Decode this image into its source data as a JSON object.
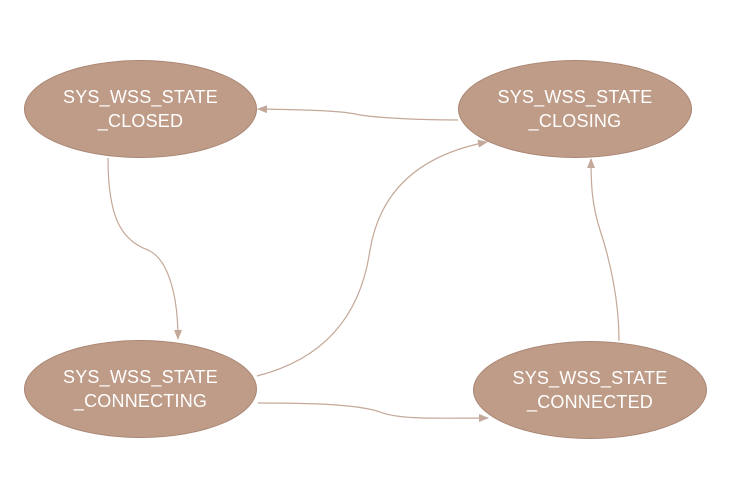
{
  "colors": {
    "node_fill": "#bf9c88",
    "node_text": "#ffffff",
    "edge": "#c4a899"
  },
  "states": [
    {
      "id": "closed",
      "line1": "SYS_WSS_STATE",
      "line2": "_CLOSED"
    },
    {
      "id": "closing",
      "line1": "SYS_WSS_STATE",
      "line2": "_CLOSING"
    },
    {
      "id": "connecting",
      "line1": "SYS_WSS_STATE",
      "line2": "_CONNECTING"
    },
    {
      "id": "connected",
      "line1": "SYS_WSS_STATE",
      "line2": "_CONNECTED"
    }
  ],
  "transitions": [
    {
      "from": "closing",
      "to": "closed"
    },
    {
      "from": "closed",
      "to": "connecting"
    },
    {
      "from": "connecting",
      "to": "closing"
    },
    {
      "from": "connecting",
      "to": "connected"
    },
    {
      "from": "connected",
      "to": "closing"
    }
  ]
}
